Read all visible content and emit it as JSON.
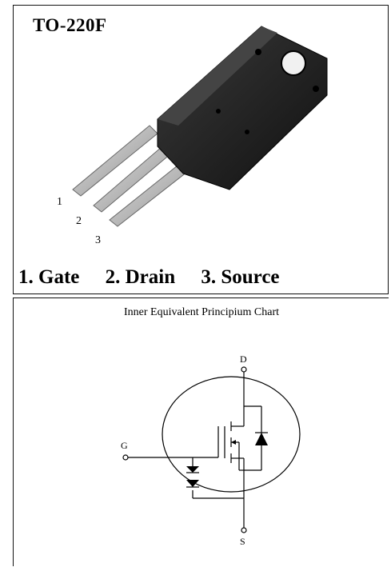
{
  "package": {
    "name": "TO-220F",
    "pin_numbers": [
      "1",
      "2",
      "3"
    ],
    "pin_functions": [
      "1. Gate",
      "2. Drain",
      "3. Source"
    ]
  },
  "schematic": {
    "title": "Inner Equivalent Principium Chart",
    "labels": {
      "drain": "D",
      "gate": "G",
      "source": "S"
    }
  },
  "colors": {
    "body": "#1c1c1c",
    "lead": "#b9b9b9",
    "border": "#111111"
  }
}
